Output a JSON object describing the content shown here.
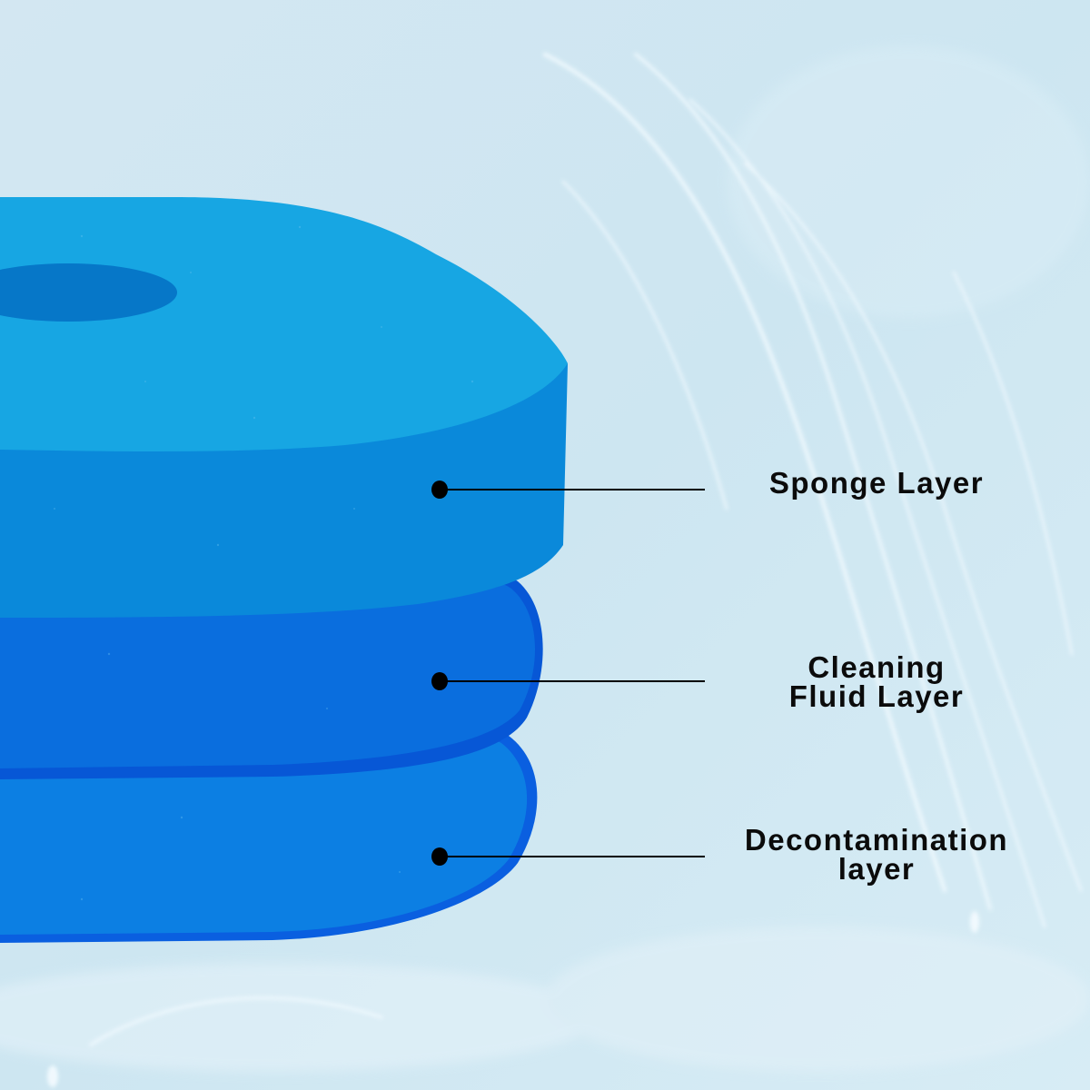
{
  "diagram": {
    "type": "layered-product-callout",
    "background_color": "#cfe6f1",
    "layers": [
      {
        "id": "sponge",
        "label_lines": [
          "Sponge Layer"
        ],
        "top_color": "#17a6e3",
        "side_color": "#0a89da",
        "hole_color": "#0677c8"
      },
      {
        "id": "cleaning-fluid",
        "label_lines": [
          "Cleaning",
          "Fluid Layer"
        ],
        "fill_color": "#0a6ede",
        "edge_color": "#0757d6"
      },
      {
        "id": "decontamination",
        "label_lines": [
          "Decontamination",
          "layer"
        ],
        "fill_color": "#0c7fe3",
        "edge_color": "#0a5fe0"
      }
    ],
    "callout": {
      "dot_color": "#000000",
      "line_color": "#000000"
    }
  }
}
